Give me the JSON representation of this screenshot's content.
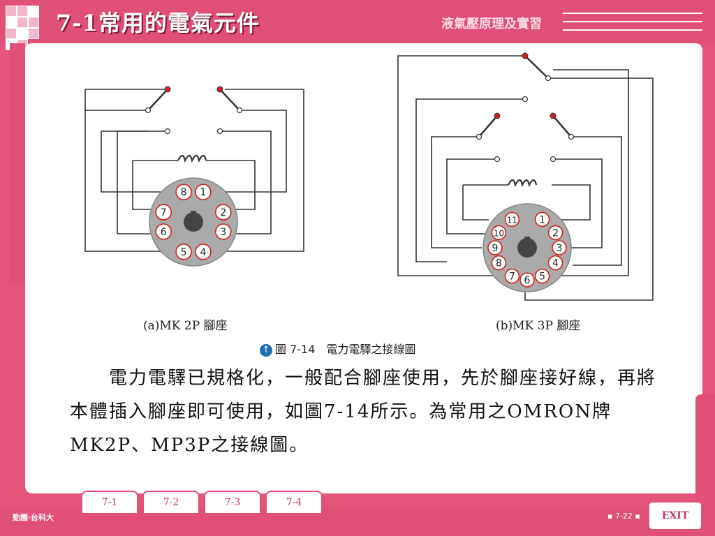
{
  "header": {
    "title": "7-1常用的電氣元件",
    "subject": "液氣壓原理及實習"
  },
  "figure": {
    "caption_a": "(a)MK 2P 腳座",
    "caption_b": "(b)MK 3P 腳座",
    "figure_caption": "圖 7-14　電力電驛之接線圖",
    "pins_2p": [
      "8",
      "1",
      "7",
      "2",
      "6",
      "3",
      "5",
      "4"
    ],
    "pins_3p": [
      "11",
      "1",
      "10",
      "2",
      "9",
      "3",
      "8",
      "4",
      "7",
      "5",
      "6"
    ]
  },
  "body": {
    "paragraph": "　　電力電驛已規格化，一般配合腳座使用，先於腳座接好線，再將本體插入腳座即可使用，如圖7-14所示。為常用之OMRON牌MK2P、MP3P之接線圖。"
  },
  "nav": {
    "tabs": [
      "7-1",
      "7-2",
      "7-3",
      "7-4"
    ],
    "page": "▪ 7-22 ▪",
    "exit": "EXIT",
    "publisher": "勁園‧台科大"
  },
  "colors": {
    "frame": "#e04f76",
    "accent": "#c0375e",
    "contact": "#d11f1f"
  }
}
